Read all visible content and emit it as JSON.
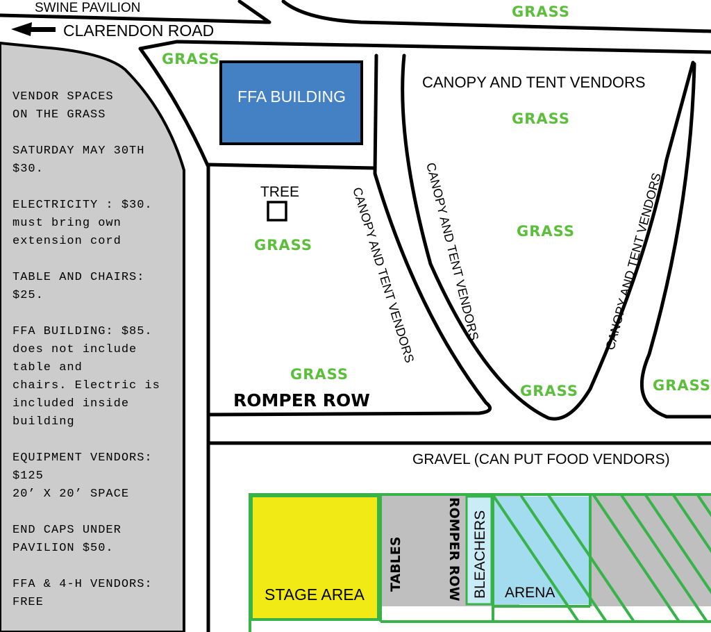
{
  "roads": {
    "swine_pavilion": "SWINE PAVILION",
    "clarendon_road": "CLARENDON ROAD"
  },
  "info_panel": {
    "lines": [
      "VENDOR SPACES",
      "ON THE GRASS",
      "",
      "SATURDAY MAY 30TH",
      "$30.",
      "",
      "ELECTRICITY : $30.",
      "must bring own",
      "extension cord",
      "",
      "TABLE AND CHAIRS:",
      "$25.",
      "",
      "FFA BUILDING: $85.",
      "does not include",
      "table and",
      "chairs. Electric is",
      "included inside",
      "building",
      "",
      "EQUIPMENT VENDORS:",
      "$125",
      "20’ X 20’ SPACE",
      "",
      "END CAPS UNDER",
      "PAVILION $50.",
      "",
      "FFA & 4-H VENDORS:",
      "FREE"
    ]
  },
  "labels": {
    "grass": "GRASS",
    "ffa_building": "FFA BUILDING",
    "tree": "TREE",
    "canopy": "CANOPY AND TENT VENDORS",
    "romper_row": "ROMPER ROW",
    "gravel": "GRAVEL (CAN PUT FOOD VENDORS)",
    "stage_area": "STAGE AREA",
    "tables": "TABLES",
    "bleachers": "BLEACHERS",
    "arena": "ARENA"
  },
  "colors": {
    "grass": "#5cbf3c",
    "ffa": "#4380c4",
    "stage": "#f2ea14",
    "arena": "#a3dcef",
    "green_line": "#38b34a",
    "panel": "#cccccc"
  }
}
